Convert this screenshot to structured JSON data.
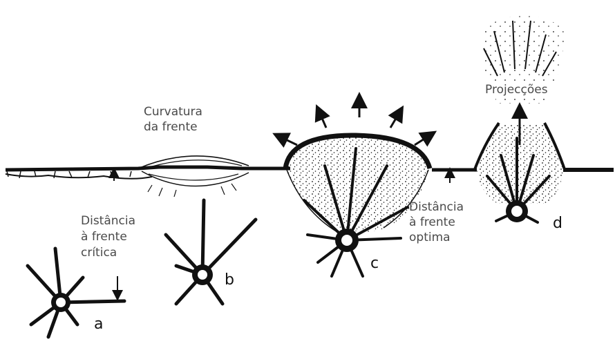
{
  "labels": {
    "curvatura_line1": "Curvatura",
    "curvatura_line2": "da frente",
    "critica_line1": "Distância",
    "critica_line2": "à frente",
    "critica_line3": "crítica",
    "optima_line1": "Distância",
    "optima_line2": "à frente",
    "optima_line3": "optima",
    "projeccoes": "Projecções"
  },
  "stages": [
    "a",
    "b",
    "c",
    "d"
  ],
  "colors": {
    "ink": "#111111",
    "label": "#4a4a4a",
    "background": "#ffffff"
  }
}
